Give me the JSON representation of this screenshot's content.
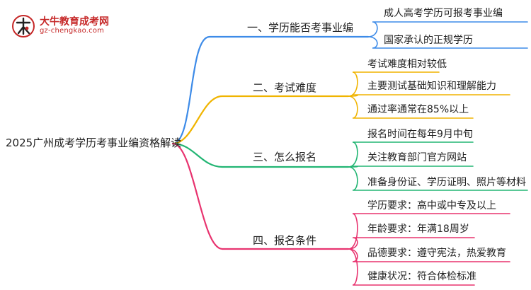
{
  "logo": {
    "title": "大牛教育成考网",
    "url": "gz-chengkao.com"
  },
  "colors": {
    "blue": "#3d8be8",
    "orange": "#f0b400",
    "green": "#22b573",
    "pink": "#e8336f"
  },
  "mindmap": {
    "root": "2025广州成考学历考事业编资格解读",
    "branches": [
      {
        "label": "一、学历能否考事业编",
        "color": "blue",
        "leaves": [
          "成人高考学历可报考事业编",
          "国家承认的正规学历"
        ]
      },
      {
        "label": "二、考试难度",
        "color": "orange",
        "leaves": [
          "考试难度相对较低",
          "主要测试基础知识和理解能力",
          "通过率通常在85%以上"
        ]
      },
      {
        "label": "三、怎么报名",
        "color": "green",
        "leaves": [
          "报名时间在每年9月中旬",
          "关注教育部门官方网站",
          "准备身份证、学历证明、照片等材料"
        ]
      },
      {
        "label": "四、报名条件",
        "color": "pink",
        "leaves": [
          "学历要求：高中或中专及以上",
          "年龄要求：年满18周岁",
          "品德要求：遵守宪法，热爱教育",
          "健康状况：符合体检标准"
        ]
      }
    ]
  }
}
